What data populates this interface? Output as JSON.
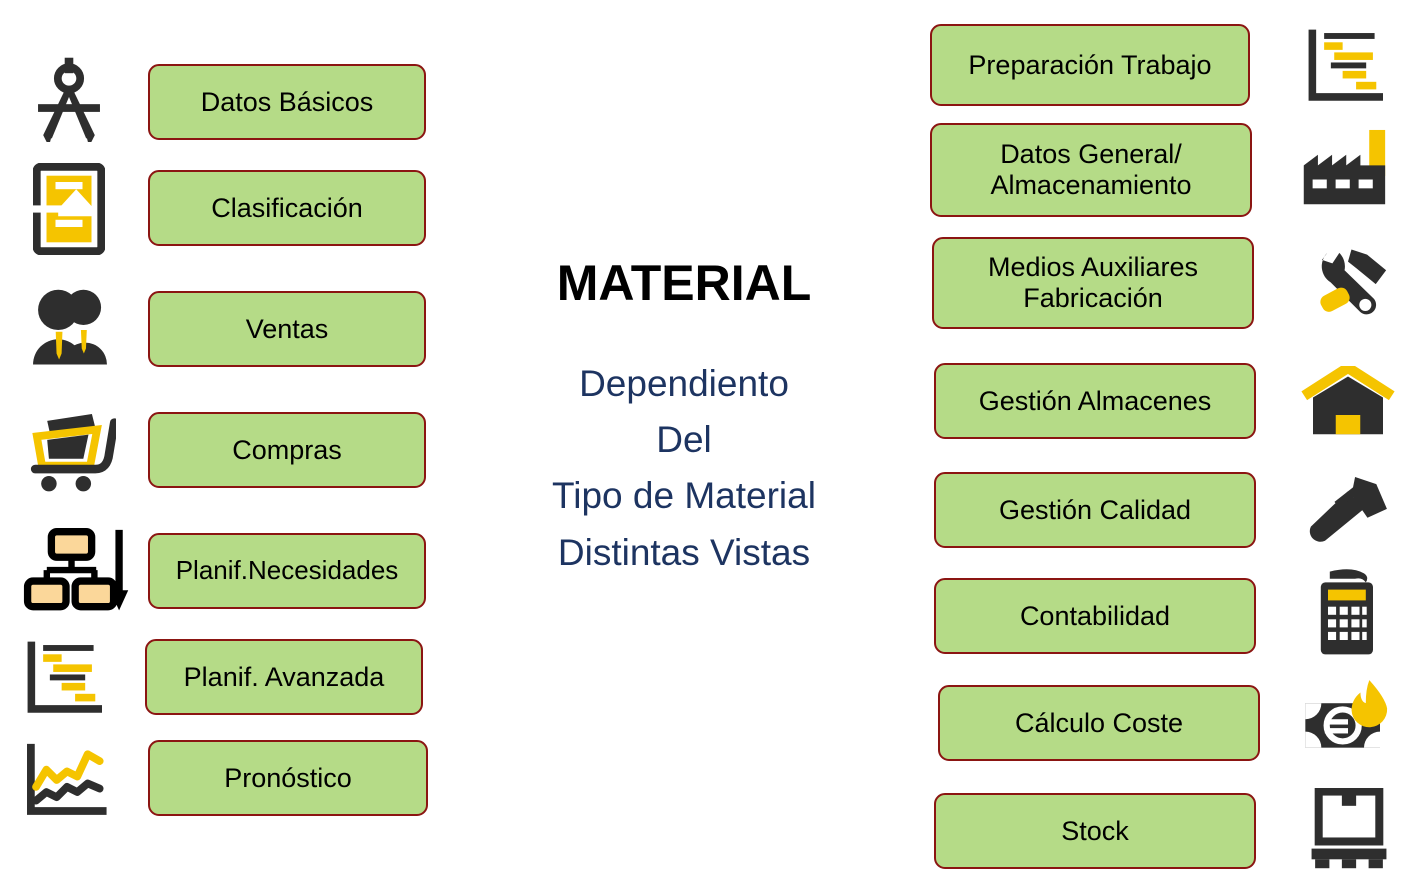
{
  "diagram": {
    "center": {
      "title": "MATERIAL",
      "lines": [
        "Dependiento",
        "Del",
        "Tipo de Material",
        "Distintas Vistas"
      ],
      "title_color": "#000000",
      "lines_color": "#1d3461"
    },
    "colors": {
      "box_fill": "#b5db87",
      "box_border": "#8b1512",
      "icon_dark": "#2e2e2e",
      "icon_yellow": "#f5c400",
      "icon_peach": "#fbd79a",
      "background": "#ffffff"
    },
    "left_column": [
      {
        "label": "Datos Básicos",
        "icon": "compass-divider-icon"
      },
      {
        "label": "Clasificación",
        "icon": "file-cabinet-icon"
      },
      {
        "label": "Ventas",
        "icon": "salespeople-icon"
      },
      {
        "label": "Compras",
        "icon": "shopping-cart-icon"
      },
      {
        "label": "Planif.Necesidades",
        "icon": "hierarchy-arrow-icon"
      },
      {
        "label": "Planif. Avanzada",
        "icon": "gantt-chart-icon"
      },
      {
        "label": "Pronóstico",
        "icon": "line-chart-icon"
      }
    ],
    "right_column": [
      {
        "label": "Preparación Trabajo",
        "icon": "gantt-chart-icon"
      },
      {
        "label": "Datos General/\nAlmacenamiento",
        "icon": "factory-icon"
      },
      {
        "label": "Medios Auxiliares\nFabricación",
        "icon": "wrench-hammer-icon"
      },
      {
        "label": "Gestión Almacenes",
        "icon": "warehouse-icon"
      },
      {
        "label": "Gestión Calidad",
        "icon": "quality-tool-icon"
      },
      {
        "label": "Contabilidad",
        "icon": "calculator-icon"
      },
      {
        "label": "Cálculo Coste",
        "icon": "money-flame-icon"
      },
      {
        "label": "Stock",
        "icon": "box-pallet-icon"
      }
    ]
  }
}
